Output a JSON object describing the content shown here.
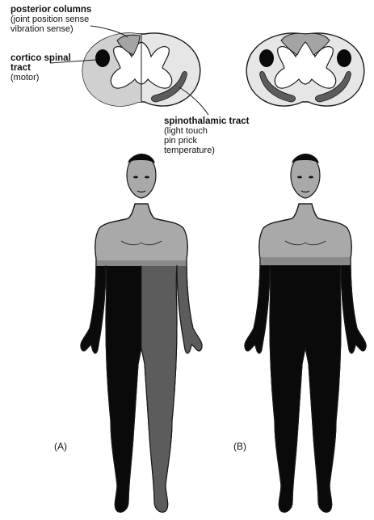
{
  "labels": {
    "posterior_columns": {
      "title": "posterior columns",
      "line1": "(joint position sense",
      "line2": "vibration sense)"
    },
    "corticospinal": {
      "title1": "cortico spinal",
      "title2": "tract",
      "line1": "(motor)"
    },
    "spinothalamic": {
      "title": "spinothalamic tract",
      "line1": "(light touch",
      "line2": "pin prick",
      "line3": "temperature)"
    }
  },
  "panels": {
    "a": "(A)",
    "b": "(B)"
  },
  "colors": {
    "outline": "#1a1a1a",
    "light_gray": "#d6d6d6",
    "mid_gray": "#a4a4a4",
    "dark_gray": "#5c5c5c",
    "black": "#0a0a0a",
    "skin": "#a9a9a9",
    "white_matter_light": "#e6e6e6"
  }
}
